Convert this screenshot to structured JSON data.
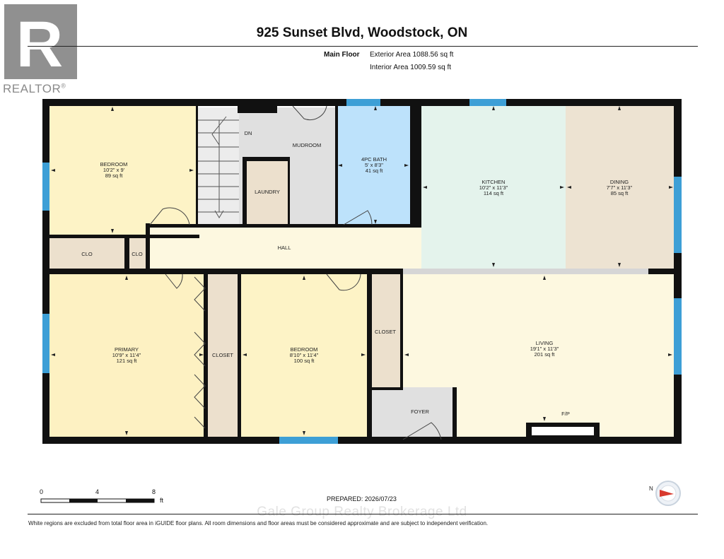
{
  "header": {
    "title": "925 Sunset Blvd, Woodstock, ON",
    "floor_label": "Main Floor",
    "exterior_area": "Exterior Area 1088.56 sq ft",
    "interior_area": "Interior Area 1009.59 sq ft"
  },
  "logo": {
    "wordmark": "REALTOR",
    "registered_mark": "®",
    "letter": "R"
  },
  "rooms": {
    "bedroom_top": {
      "name": "BEDROOM",
      "dims": "10'2\" x 9'",
      "area": "89 sq ft"
    },
    "mudroom": {
      "name": "MUDROOM"
    },
    "bath": {
      "name": "4PC BATH",
      "dims": "5' x 8'3\"",
      "area": "41 sq ft"
    },
    "kitchen": {
      "name": "KITCHEN",
      "dims": "10'2\" x 11'3\"",
      "area": "114 sq ft"
    },
    "dining": {
      "name": "DINING",
      "dims": "7'7\" x 11'3\"",
      "area": "85 sq ft"
    },
    "laundry": {
      "name": "LAUNDRY"
    },
    "stairs": {
      "name": "DN"
    },
    "clo1": {
      "name": "CLO"
    },
    "clo2": {
      "name": "CLO"
    },
    "hall": {
      "name": "HALL"
    },
    "primary": {
      "name": "PRIMARY",
      "dims": "10'9\" x 11'4\"",
      "area": "121 sq ft"
    },
    "closet_primary": {
      "name": "CLOSET"
    },
    "bedroom_mid": {
      "name": "BEDROOM",
      "dims": "8'10\" x 11'4\"",
      "area": "100 sq ft"
    },
    "closet_mid": {
      "name": "CLOSET"
    },
    "living": {
      "name": "LIVING",
      "dims": "19'1\" x 11'3\"",
      "area": "201 sq ft"
    },
    "foyer": {
      "name": "FOYER"
    },
    "fireplace": {
      "name": "F/P"
    }
  },
  "scale": {
    "ticks": [
      "0",
      "4",
      "8"
    ],
    "unit": "ft"
  },
  "compass": {
    "label": "N"
  },
  "footer": {
    "prepared": "PREPARED: 2026/07/23",
    "brokerage": "Gale Group Realty Brokerage Ltd",
    "disclaimer": "White regions are excluded from total floor area in iGUIDE floor plans. All room dimensions and floor areas must be considered approximate and are subject to independent verification."
  },
  "colors": {
    "bedroom": "#fdf3c6",
    "primary": "#fdf1c2",
    "closet": "#ece0cd",
    "bath": "#bde2fb",
    "kitchen": "#e4f3ec",
    "dining": "#ede3d2",
    "hall": "#fdf8e0",
    "living": "#fdf8e0",
    "mudroom": "#e0e0e0",
    "laundry": "#ece0cd",
    "window": "#3d9fd6",
    "wall": "#111111"
  }
}
